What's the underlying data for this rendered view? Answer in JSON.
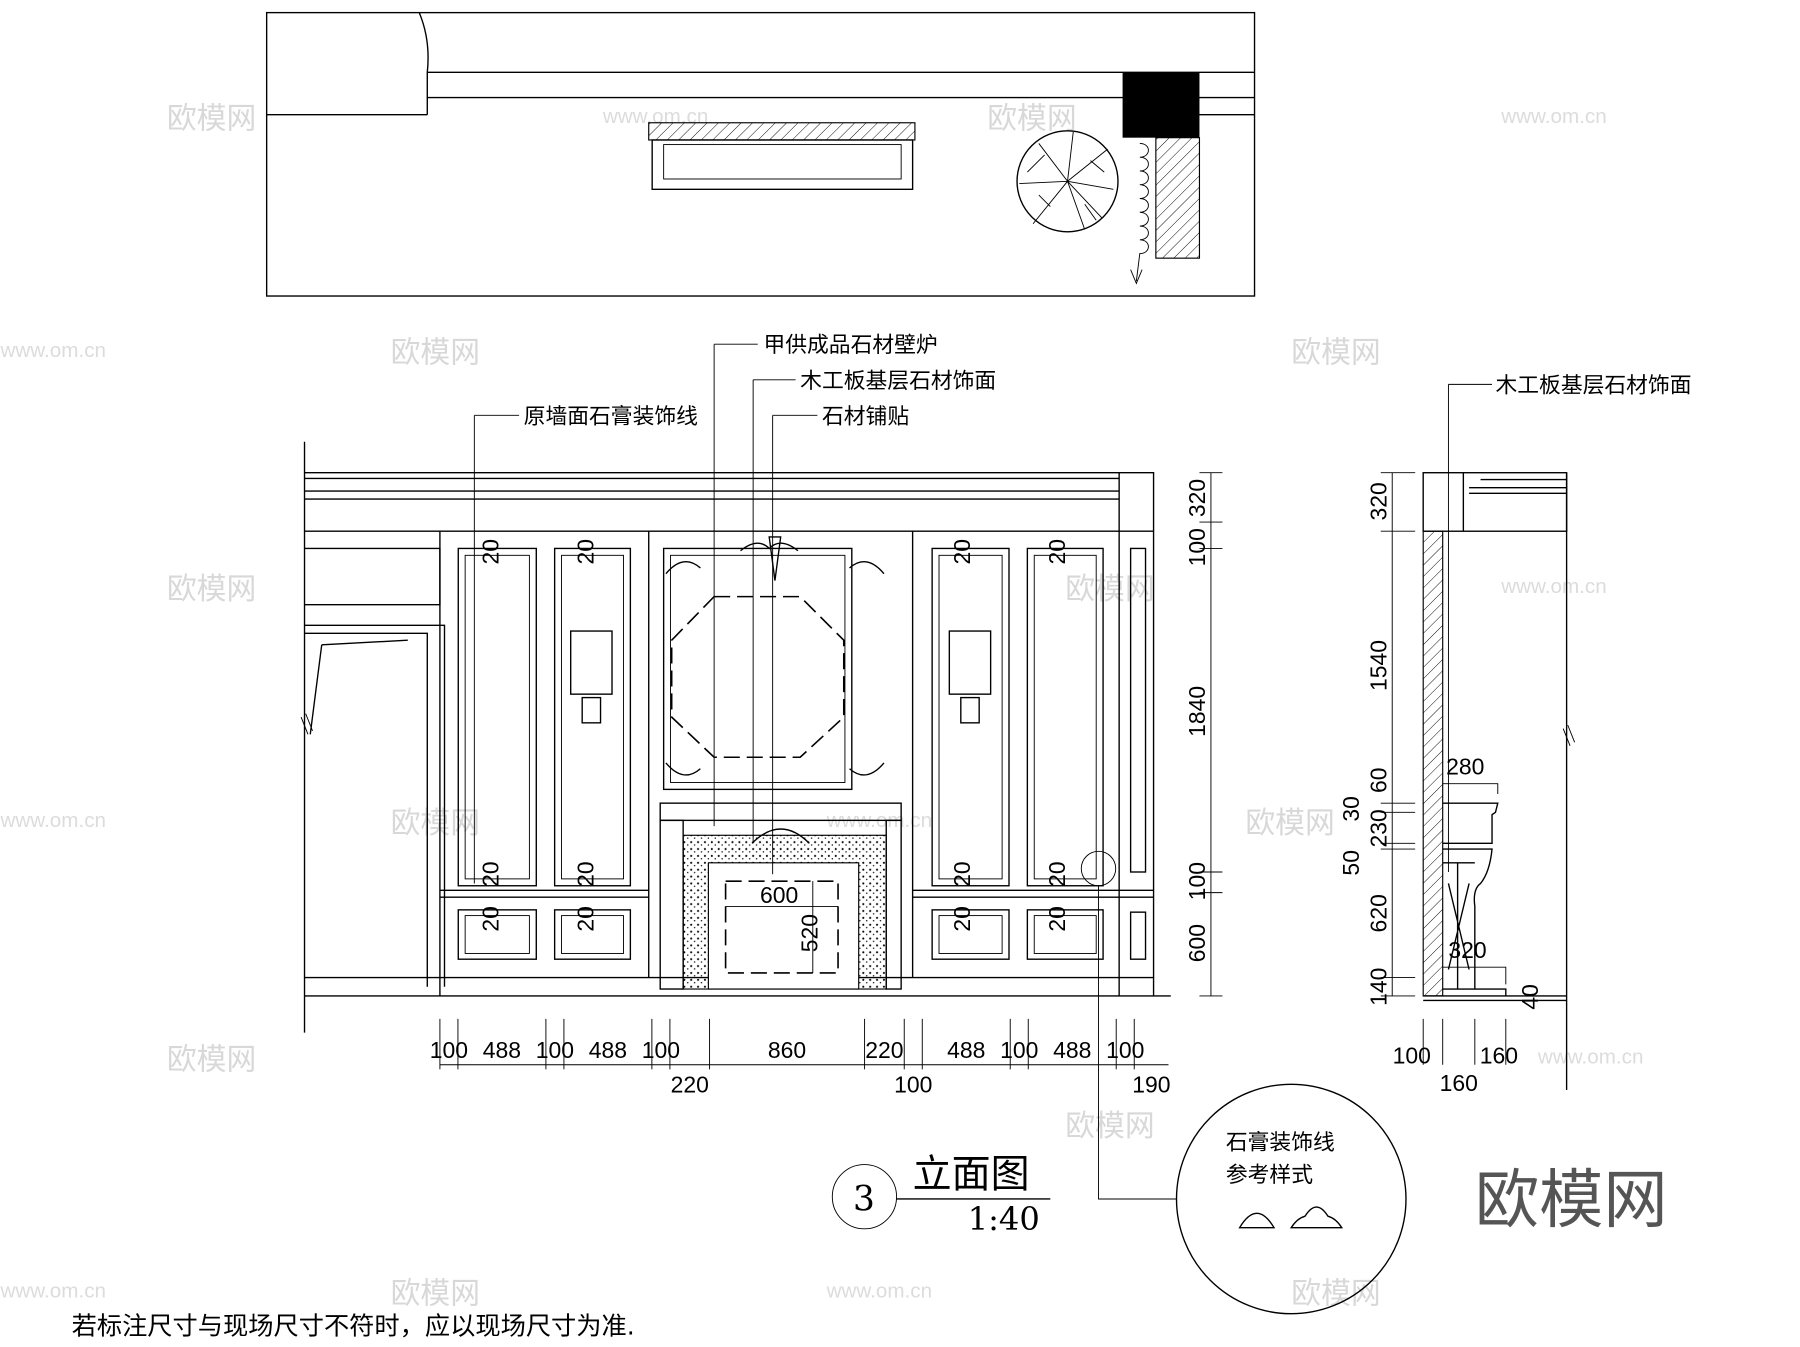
{
  "labels": {
    "fireplace": "甲供成品石材壁炉",
    "stone_finish": "木工板基层石材饰面",
    "stone_paving": "石材铺贴",
    "plaster_line": "原墙面石膏装饰线",
    "side_stone_finish": "木工板基层石材饰面"
  },
  "main_dims": {
    "bottom": [
      "100",
      "488",
      "100",
      "488",
      "100",
      "220",
      "860",
      "220",
      "100",
      "488",
      "100",
      "488",
      "100",
      "190"
    ],
    "right": [
      "320",
      "100",
      "1840",
      "100",
      "600"
    ],
    "opening_w": "600",
    "opening_h": "520",
    "panel_gap": "20"
  },
  "side_dims": {
    "left": [
      "320",
      "1540",
      "60",
      "30",
      "230",
      "50",
      "620",
      "140"
    ],
    "top_depth": "280",
    "bottom_depth": "320",
    "floor": "40",
    "bottom": [
      "100",
      "160",
      "160"
    ]
  },
  "title": {
    "number": "3",
    "name": "立面图",
    "scale": "1:40"
  },
  "callout": {
    "line1": "石膏装饰线",
    "line2": "参考样式"
  },
  "note": "若标注尺寸与现场尺寸不符时，应以现场尺寸为准.",
  "watermark": {
    "brand": "欧模网",
    "url": "www.om.cn"
  }
}
